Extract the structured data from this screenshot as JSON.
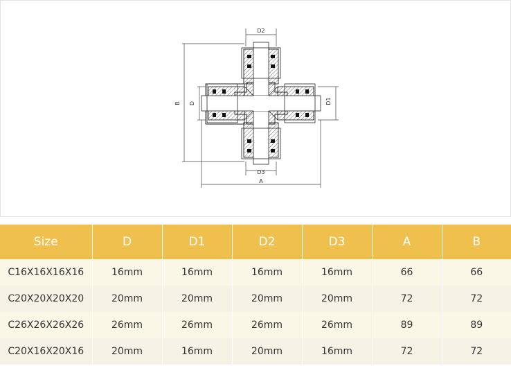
{
  "drawing": {
    "labels": {
      "d2": "D2",
      "d3": "D3",
      "d1": "D1",
      "d": "D",
      "b": "B",
      "a": "A"
    }
  },
  "table": {
    "colors": {
      "header_bg": "#f0c04f",
      "header_text": "#ffffff",
      "row_bg": "#fbf7e7"
    },
    "headers": [
      "Size",
      "D",
      "D1",
      "D2",
      "D3",
      "A",
      "B"
    ],
    "rows": [
      [
        "C16X16X16X16",
        "16mm",
        "16mm",
        "16mm",
        "16mm",
        "66",
        "66"
      ],
      [
        "C20X20X20X20",
        "20mm",
        "20mm",
        "20mm",
        "20mm",
        "72",
        "72"
      ],
      [
        "C26X26X26X26",
        "26mm",
        "26mm",
        "26mm",
        "26mm",
        "89",
        "89"
      ],
      [
        "C20X16X20X16",
        "20mm",
        "16mm",
        "20mm",
        "16mm",
        "72",
        "72"
      ]
    ]
  }
}
